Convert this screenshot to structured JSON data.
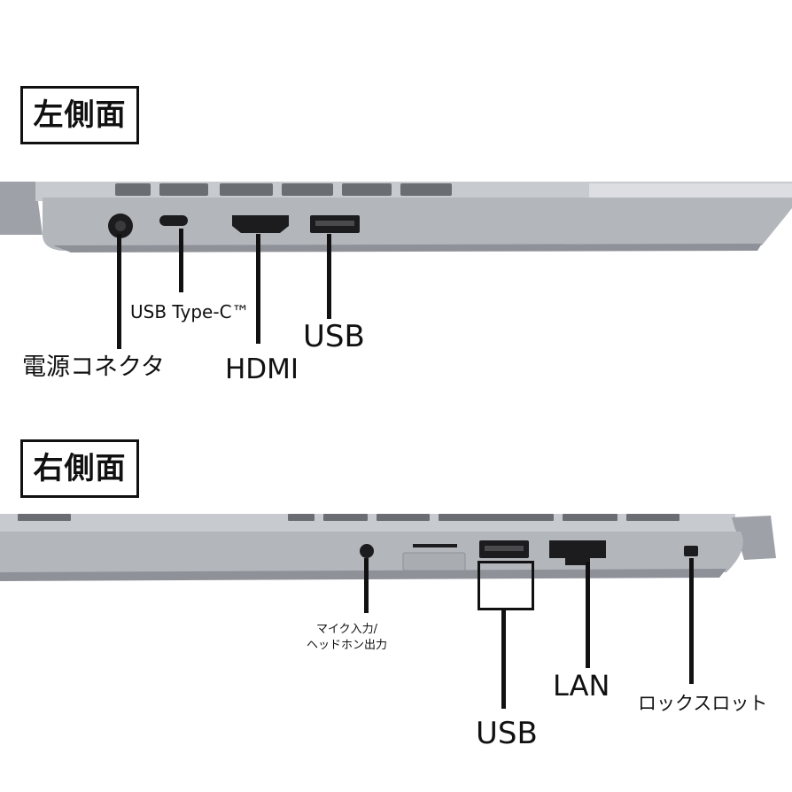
{
  "left_side": {
    "heading": "左側面",
    "ports": {
      "power": "電源コネクタ",
      "usb_c": "USB Type-C™",
      "hdmi": "HDMI",
      "usb": "USB"
    }
  },
  "right_side": {
    "heading": "右側面",
    "ports": {
      "audio": "マイク入力/\nヘッドホン出力",
      "usb": "USB",
      "lan": "LAN",
      "lock": "ロックスロット"
    }
  },
  "colors": {
    "chassis": "#b9bcc1",
    "chassis_dark": "#8e9298",
    "port_black": "#1c1c1e",
    "text": "#111111"
  }
}
